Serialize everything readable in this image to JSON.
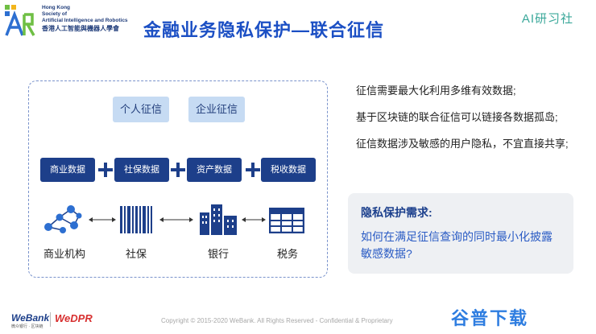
{
  "header": {
    "org_en_lines": [
      "Hong Kong",
      "Society of",
      "Artificial Intelligence and Robotics"
    ],
    "org_zh": "香港人工智能與機器人學會",
    "title": "金融业务隐私保护—联合征信",
    "brand": "AI研习社"
  },
  "diagram": {
    "top_chips": [
      "个人征信",
      "企业征信"
    ],
    "data_chips": [
      "商业数据",
      "社保数据",
      "资产数据",
      "税收数据"
    ],
    "entities": [
      {
        "label": "商业机构",
        "icon": "network-icon"
      },
      {
        "label": "社保",
        "icon": "barcode-icon"
      },
      {
        "label": "银行",
        "icon": "buildings-icon"
      },
      {
        "label": "税务",
        "icon": "table-icon"
      }
    ]
  },
  "bullets": [
    "征信需要最大化利用多维有效数据;",
    "基于区块链的联合征信可以链接各数据孤岛;",
    "征信数据涉及敏感的用户隐私，不宜直接共享;"
  ],
  "privacy_box": {
    "heading": "隐私保护需求:",
    "body": "如何在满足征信查询的同时最小化披露敏感数据?"
  },
  "footer": {
    "webank": "WeBank",
    "webank_sub": "微众银行 · 区块链",
    "wedpr": "WeDPR",
    "copyright": "Copyright © 2015-2020 WeBank. All Rights Reserved - Confidential & Proprietary",
    "stamp": "谷普下载"
  },
  "colors": {
    "title": "#1b4fc4",
    "chip_dark": "#1d3f8a",
    "chip_light": "#c6dbf3",
    "brand": "#3aa89a",
    "logo_green": "#6fbf44",
    "logo_blue": "#2d6fd1"
  }
}
